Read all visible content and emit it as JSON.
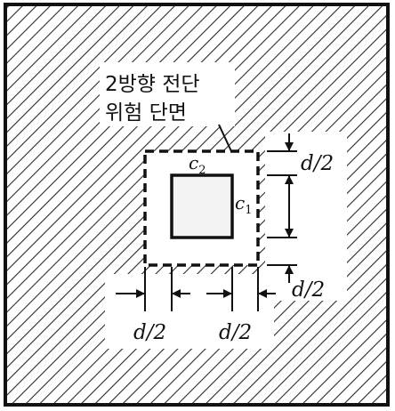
{
  "labels": {
    "critical_section_line1": "2방향 전단",
    "critical_section_line2": "위험 단면",
    "c1": "c",
    "c1_sub": "1",
    "c2": "c",
    "c2_sub": "2",
    "half_d": "d/2"
  },
  "colors": {
    "hatch": "#2a2a2a",
    "frame": "#111111",
    "column_fill": "#f3f3f3",
    "background": "#ffffff"
  }
}
